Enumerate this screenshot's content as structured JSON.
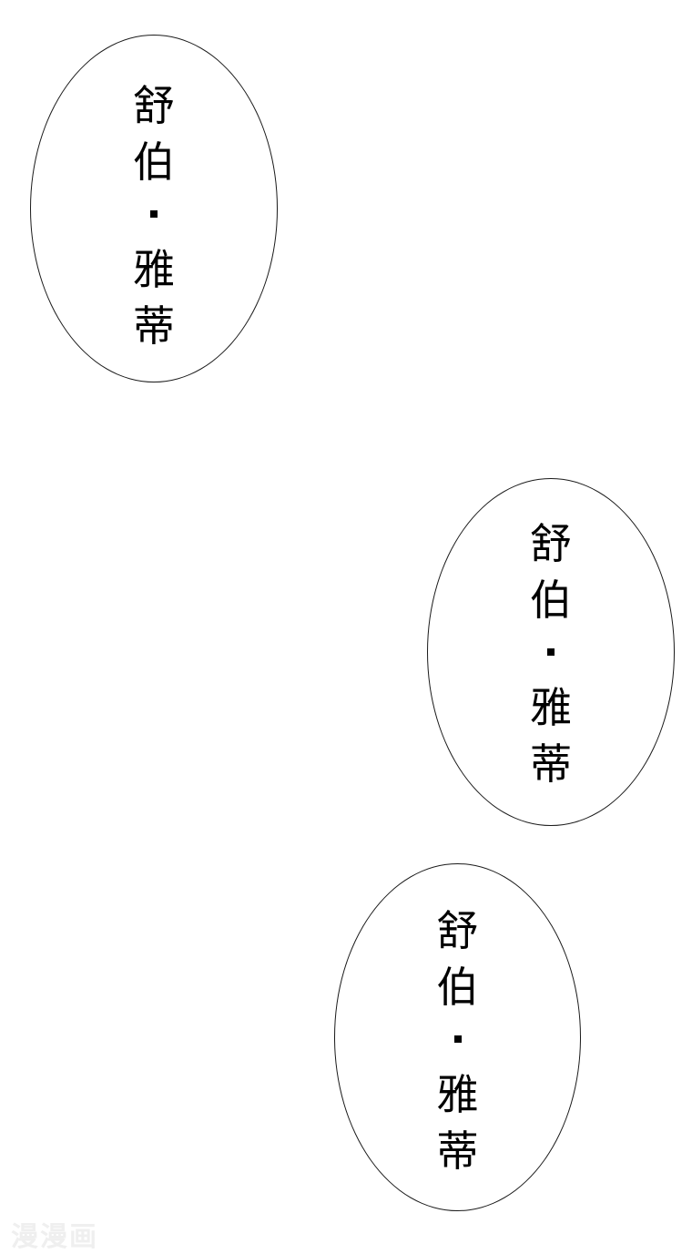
{
  "bubbles": [
    {
      "chars": [
        "舒",
        "伯",
        "雅",
        "蒂"
      ],
      "separator": "·"
    },
    {
      "chars": [
        "舒",
        "伯",
        "雅",
        "蒂"
      ],
      "separator": "·"
    },
    {
      "chars": [
        "舒",
        "伯",
        "雅",
        "蒂"
      ],
      "separator": "·"
    }
  ],
  "watermark": "漫漫画",
  "colors": {
    "background": "#ffffff",
    "outline": "#1a1a1a",
    "text": "#000000"
  }
}
